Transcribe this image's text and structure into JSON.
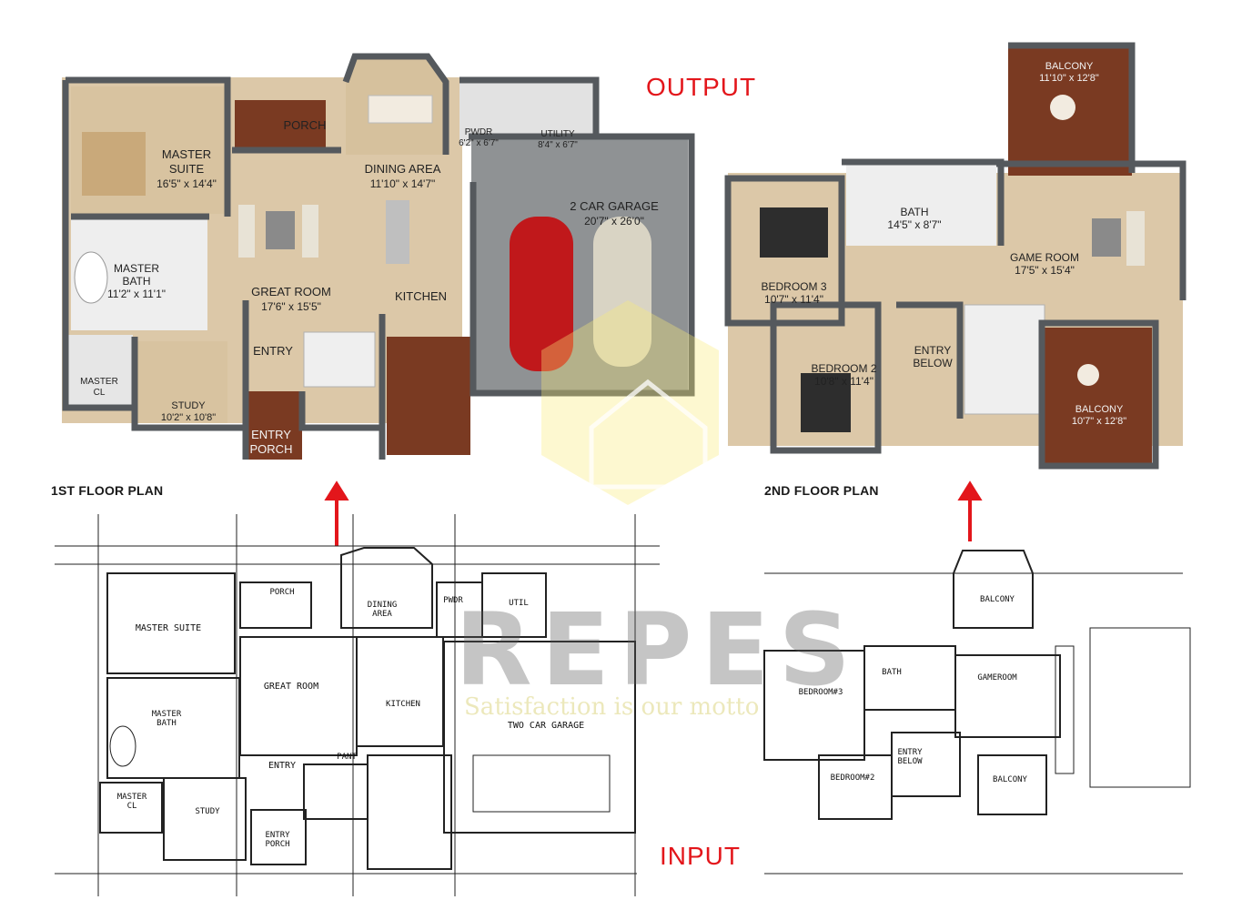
{
  "labels": {
    "output": "OUTPUT",
    "input": "INPUT",
    "first_floor": "1ST FLOOR PLAN",
    "second_floor": "2ND FLOOR PLAN",
    "watermark_brand": "REPES",
    "watermark_tagline": "Satisfaction is our motto"
  },
  "first_floor_rooms": [
    {
      "name": "PORCH",
      "dim": ""
    },
    {
      "name": "MASTER\nSUITE",
      "dim": "16'5\" x 14'4\""
    },
    {
      "name": "DINING AREA",
      "dim": "11'10\" x 14'7\""
    },
    {
      "name": "PWDR",
      "dim": "6'2\" x 6'7\""
    },
    {
      "name": "UTILITY",
      "dim": "8'4\" x 6'7\""
    },
    {
      "name": "2 CAR GARAGE",
      "dim": "20'7\" x 26'0\""
    },
    {
      "name": "MASTER\nBATH",
      "dim": "11'2\" x 11'1\""
    },
    {
      "name": "GREAT ROOM",
      "dim": "17'6\" x 15'5\""
    },
    {
      "name": "KITCHEN",
      "dim": ""
    },
    {
      "name": "ENTRY",
      "dim": ""
    },
    {
      "name": "MASTER\nCL",
      "dim": ""
    },
    {
      "name": "STUDY",
      "dim": "10'2\" x 10'8\""
    },
    {
      "name": "ENTRY\nPORCH",
      "dim": ""
    }
  ],
  "second_floor_rooms": [
    {
      "name": "BALCONY",
      "dim": "11'10\" x 12'8\""
    },
    {
      "name": "BATH",
      "dim": "14'5\" x 8'7\""
    },
    {
      "name": "GAME ROOM",
      "dim": "17'5\" x 15'4\""
    },
    {
      "name": "BEDROOM 3",
      "dim": "10'7\" x 11'4\""
    },
    {
      "name": "ENTRY\nBELOW",
      "dim": ""
    },
    {
      "name": "BEDROOM 2",
      "dim": "10'8\" x 11'4\""
    },
    {
      "name": "BALCONY",
      "dim": "10'7\" x 12'8\""
    }
  ],
  "blueprint_1st": [
    "PORCH",
    "DINING\nAREA",
    "PWDR",
    "UTIL",
    "MASTER SUITE",
    "GREAT ROOM",
    "KITCHEN",
    "MASTER\nBATH",
    "TWO CAR GARAGE",
    "ENTRY",
    "MASTER\nCL",
    "STUDY",
    "ENTRY\nPORCH",
    "PANT"
  ],
  "blueprint_2nd": [
    "BALCONY",
    "BATH",
    "GAMEROOM",
    "BEDROOM#3",
    "ENTRY\nBELOW",
    "BEDROOM#2",
    "BALCONY"
  ],
  "colors": {
    "accent_red": "#e3161b",
    "wall": "#55595d",
    "wood_floor": "#d9c4a3",
    "deck": "#7a3a22",
    "garage": "#8f9294"
  }
}
